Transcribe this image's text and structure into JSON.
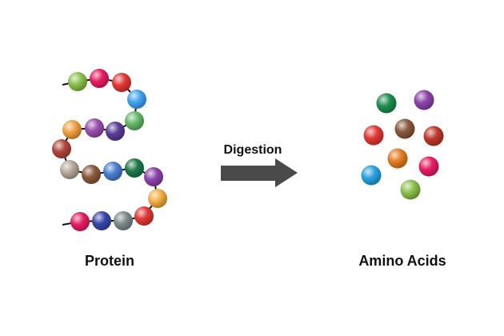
{
  "labels": {
    "protein": "Protein",
    "process": "Digestion",
    "amino_acids": "Amino Acids"
  },
  "protein_chain": {
    "bead_colors": [
      "#8bc34a",
      "#e91e63",
      "#e53935",
      "#42a5f5",
      "#66bb6a",
      "#5c3d99",
      "#9c4fb0",
      "#f4a142",
      "#b3473c",
      "#b8a99a",
      "#8b5a3c",
      "#4a7fd4",
      "#1e7b4a",
      "#8e44ad",
      "#f5b041",
      "#e53935",
      "#7f8c8d",
      "#3949ab",
      "#e91e63"
    ]
  },
  "amino_acids": {
    "bead_colors": [
      "#1e8f4e",
      "#8e44ad",
      "#e53935",
      "#8b5a3c",
      "#c0392b",
      "#e67e22",
      "#29a3e0",
      "#e91e63",
      "#8bc34a"
    ]
  },
  "arrow_color": "#4a4a4a"
}
